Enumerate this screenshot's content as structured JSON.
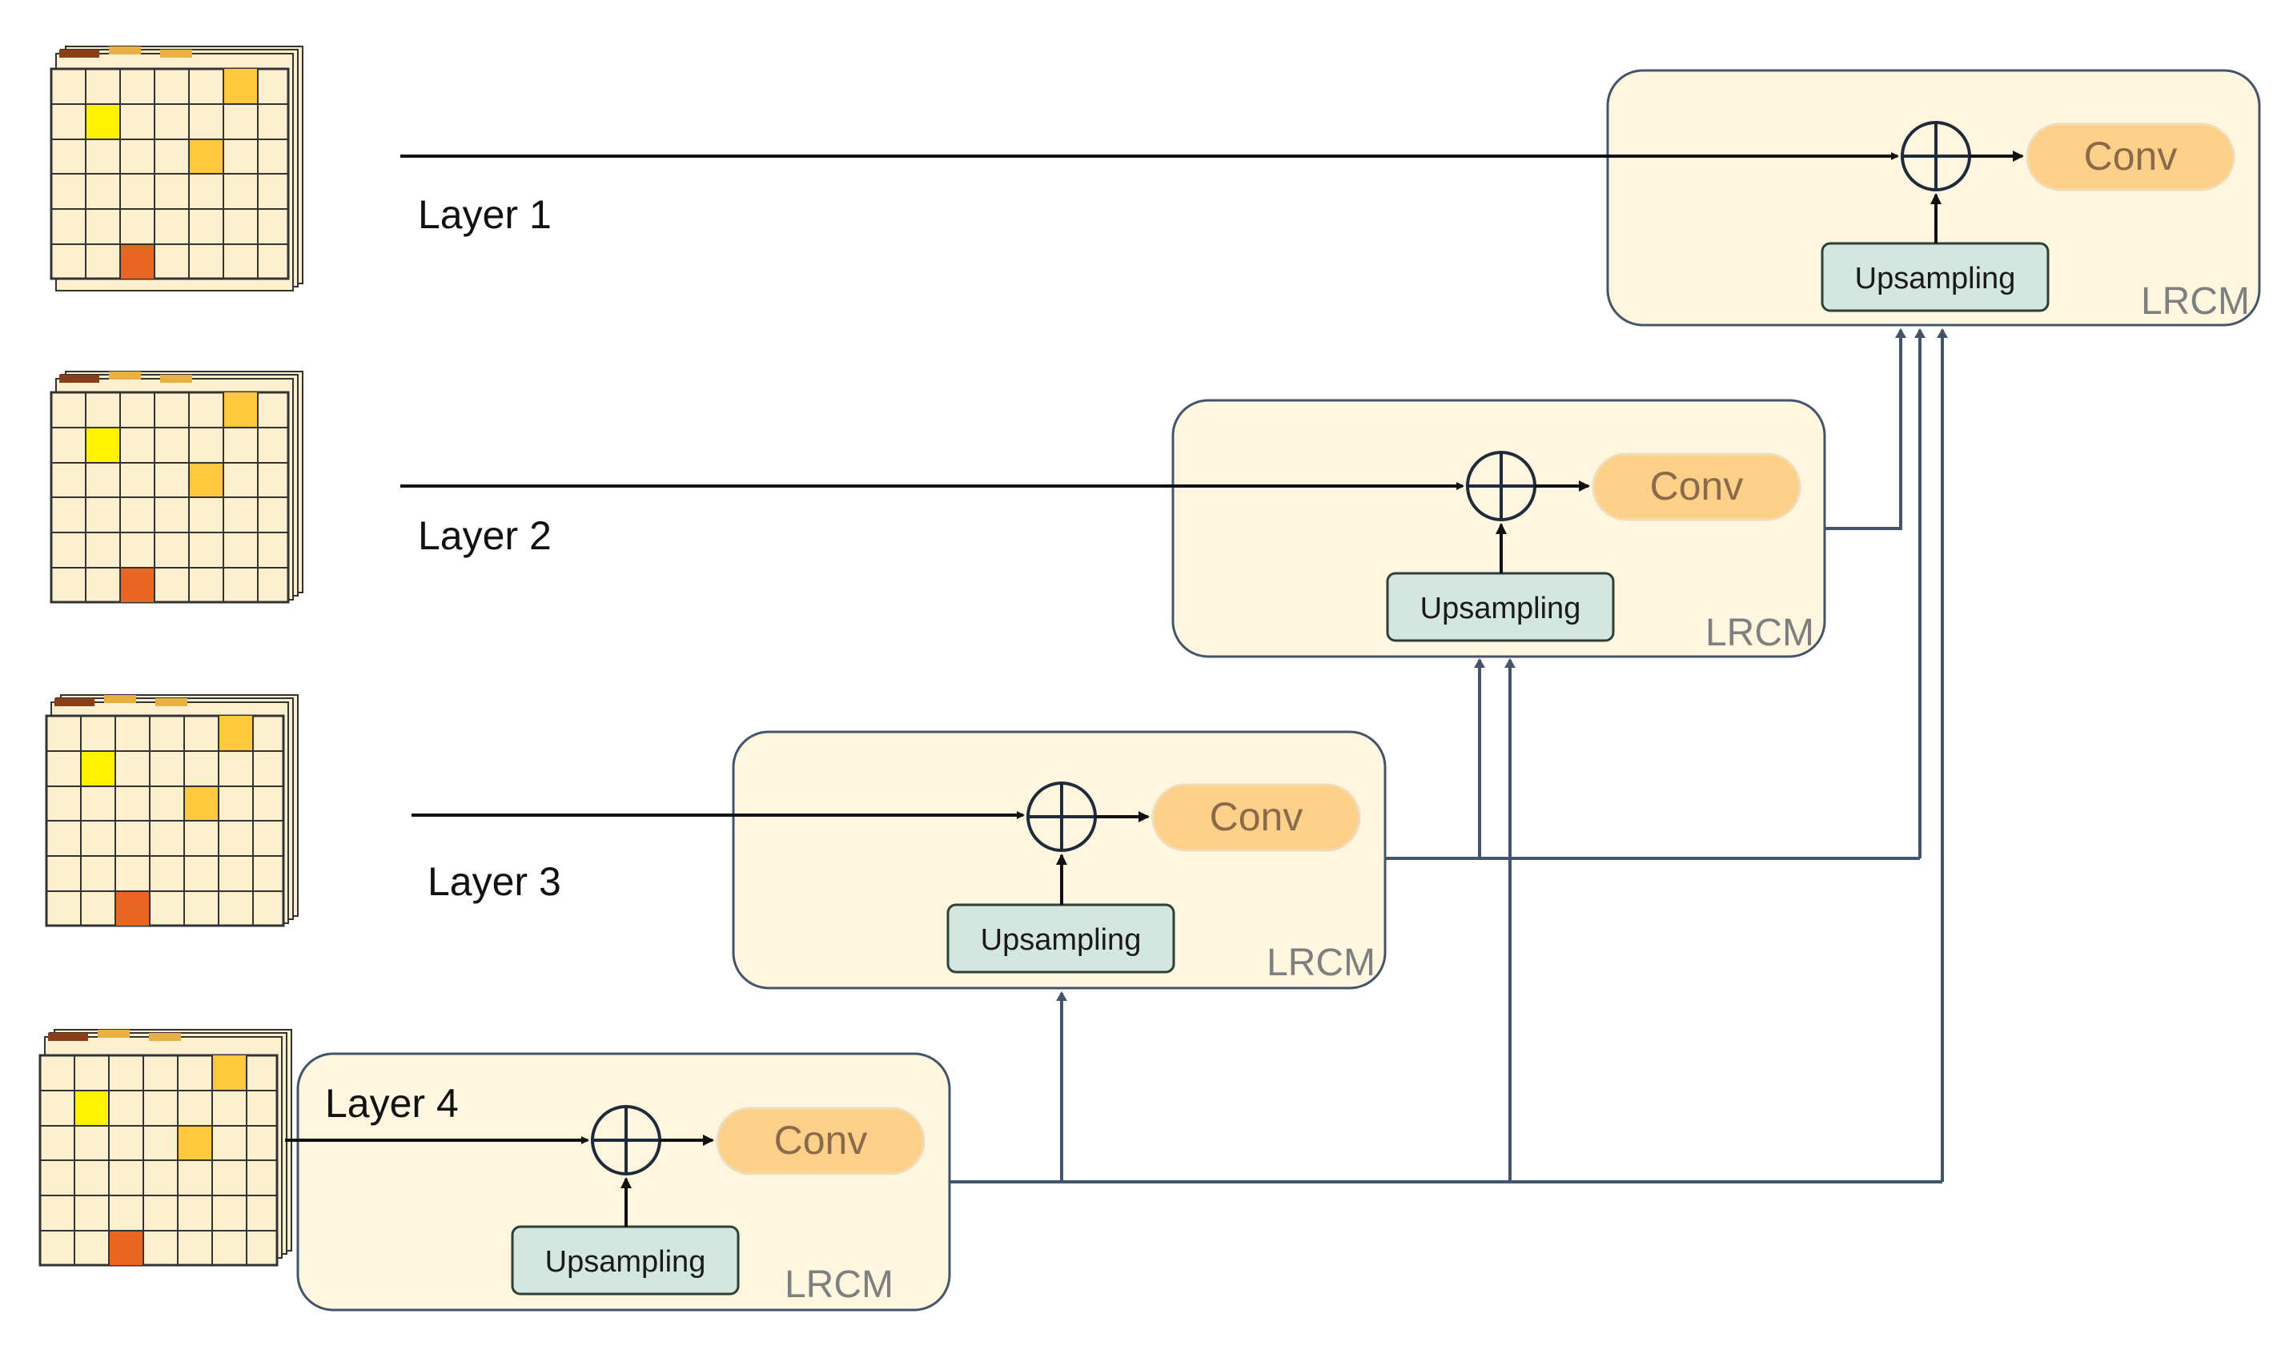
{
  "layers": [
    {
      "label": "Layer 1"
    },
    {
      "label": "Layer 2"
    },
    {
      "label": "Layer 3"
    },
    {
      "label": "Layer 4"
    }
  ],
  "modules": [
    {
      "conv": "Conv",
      "upsampling": "Upsampling",
      "name": "LRCM"
    },
    {
      "conv": "Conv",
      "upsampling": "Upsampling",
      "name": "LRCM"
    },
    {
      "conv": "Conv",
      "upsampling": "Upsampling",
      "name": "LRCM"
    },
    {
      "conv": "Conv",
      "upsampling": "Upsampling",
      "name": "LRCM"
    }
  ],
  "colors": {
    "module_fill": "#fef6df",
    "module_stroke": "#44546a",
    "conv_fill": "#fdd08a",
    "upsampling_fill": "#d3e6e0",
    "grid_fill": "#fdf0cf",
    "cell_yellow": "#fff200",
    "cell_amber": "#ffc83d",
    "cell_orange": "#e8661f",
    "line": "#3a3a3a"
  }
}
